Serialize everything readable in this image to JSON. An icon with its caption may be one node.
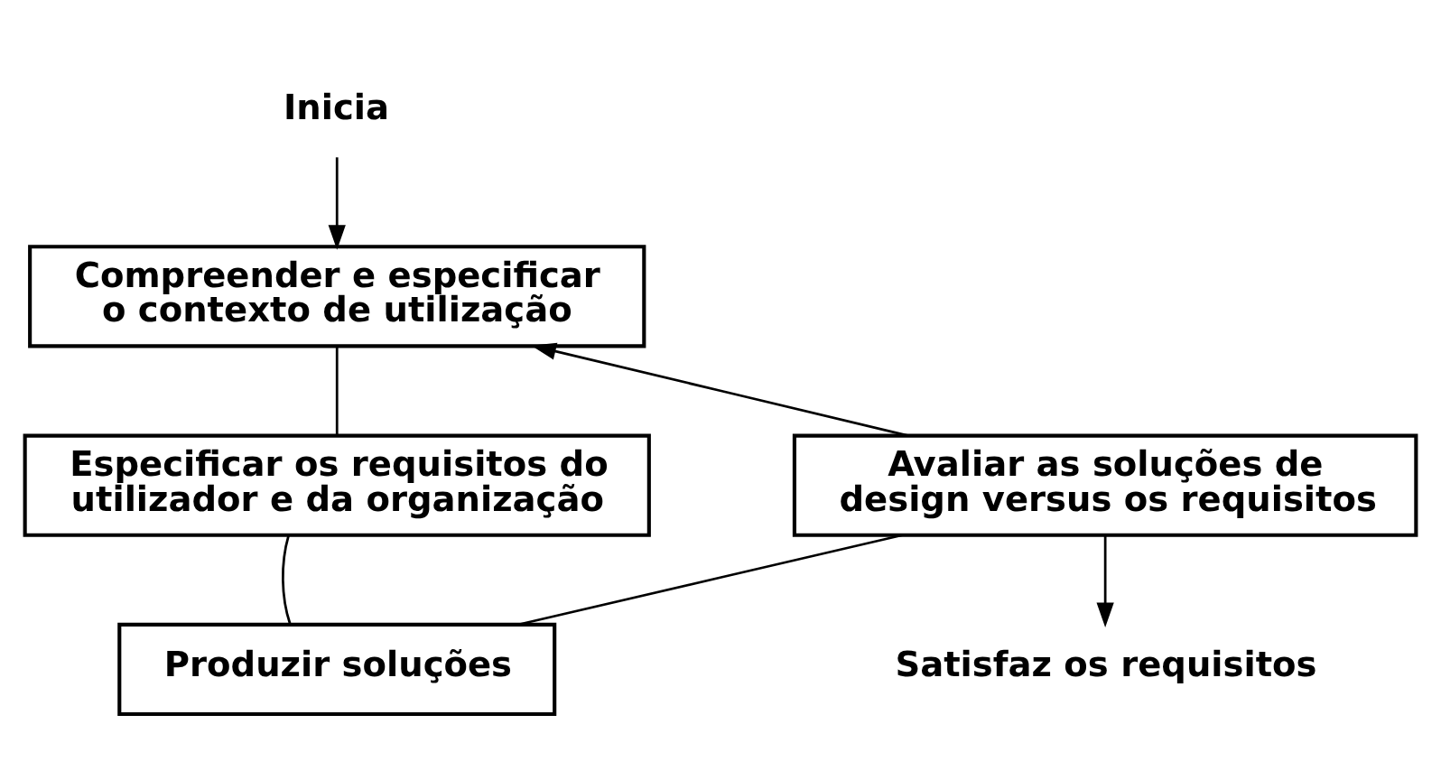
{
  "diagram": {
    "nodes": [
      {
        "text": [
          "Inicia"
        ]
      },
      {
        "text": [
          "Compreender e especificar o contexto de utilização"
        ]
      },
      {
        "text": [
          "Avaliar as soluções de design versus os requisitos"
        ]
      },
      {
        "text": [
          "Especificar os requisitos do utilizador e da organização"
        ]
      },
      {
        "text": [
          "Produzir soluções"
        ]
      },
      {
        "text": [
          "Satisfaz os requisitos"
        ]
      }
    ],
    "edges": [
      {
        "from": 0,
        "to": 1,
        "arrow": "to"
      },
      {
        "from": 1,
        "to": 3,
        "arrow": "none"
      },
      {
        "from": 3,
        "to": 4,
        "arrow": "none"
      },
      {
        "from": 4,
        "to": 2,
        "arrow": "none"
      },
      {
        "from": 2,
        "to": 1,
        "arrow": "to"
      },
      {
        "from": 2,
        "to": 5,
        "arrow": "to"
      }
    ]
  }
}
